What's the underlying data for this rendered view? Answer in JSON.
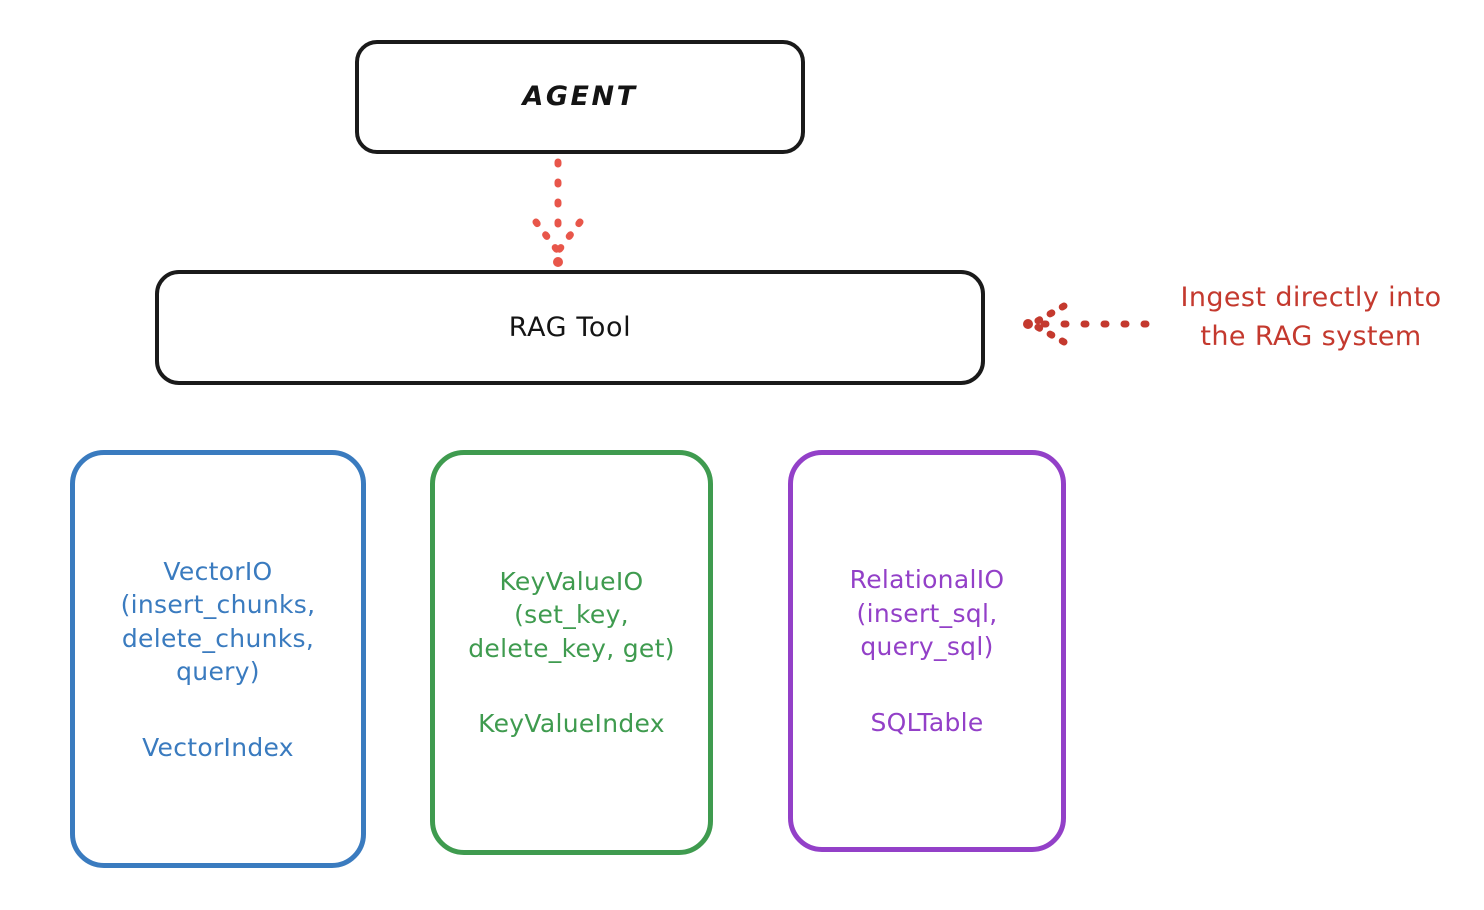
{
  "diagram": {
    "title_node": {
      "label": "AGENT"
    },
    "tool_node": {
      "label": "RAG Tool"
    },
    "providers": [
      {
        "name": "vectorio",
        "api_label": "VectorIO\n(insert_chunks,\ndelete_chunks,\nquery)",
        "index_label": "VectorIndex",
        "color": "#3a7bbf"
      },
      {
        "name": "keyvalueio",
        "api_label": "KeyValueIO\n(set_key,\ndelete_key, get)",
        "index_label": "KeyValueIndex",
        "color": "#3f9b4f"
      },
      {
        "name": "relationalio",
        "api_label": "RelationalIO\n(insert_sql,\nquery_sql)",
        "index_label": "SQLTable",
        "color": "#9340c8"
      }
    ],
    "annotation": {
      "text": "Ingest directly into\nthe RAG system",
      "color": "#c4392e"
    },
    "connectors": {
      "agent_to_tool": {
        "style": "dotted",
        "direction": "down",
        "color": "#e8564a"
      },
      "ingest_arrow": {
        "style": "dotted",
        "direction": "left",
        "color": "#c4392e"
      }
    },
    "colors": {
      "stroke_black": "#1a1a1a",
      "background": "#ffffff",
      "accent_red": "#c4392e",
      "arrow_red": "#e8564a"
    }
  }
}
